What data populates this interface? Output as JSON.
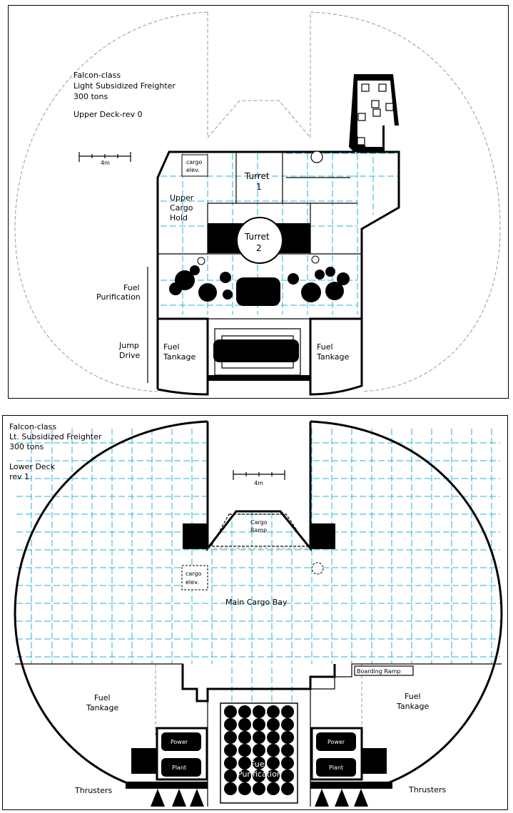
{
  "upper": {
    "title_lines": [
      "Falcon-class",
      "Light Subsidized Freighter",
      "300 tons"
    ],
    "deck": "Upper Deck-rev 0",
    "scale": "4m",
    "cargo_elev": [
      "cargo",
      "elev."
    ],
    "turret1": [
      "Turret",
      "1"
    ],
    "turret2": [
      "Turret",
      "2"
    ],
    "upper_cargo": [
      "Upper",
      "Cargo",
      "Hold"
    ],
    "fuel_purif": [
      "Fuel",
      "Purification"
    ],
    "jump": [
      "Jump",
      "Drive"
    ],
    "fuel_left": [
      "Fuel",
      "Tankage"
    ],
    "fuel_right": [
      "Fuel",
      "Tankage"
    ]
  },
  "lower": {
    "title_lines": [
      "Falcon-class",
      "Lt. Subsidized Freighter",
      "300 tons"
    ],
    "deck_lines": [
      "Lower Deck",
      "rev 1"
    ],
    "scale": "4m",
    "cargo_ramp": [
      "Cargo",
      "Ramp"
    ],
    "cargo_elev": [
      "cargo",
      "elev."
    ],
    "main_bay": "Main Cargo Bay",
    "boarding": "Boarding Ramp",
    "fuel_left": [
      "Fuel",
      "Tankage"
    ],
    "fuel_right": [
      "Fuel",
      "Tankage"
    ],
    "power_left": [
      "Power",
      "Plant"
    ],
    "power_right": [
      "Power",
      "Plant"
    ],
    "fuel_purif": [
      "Fuel",
      "Purification"
    ],
    "thrusters_left": "Thrusters",
    "thrusters_right": "Thrusters"
  }
}
